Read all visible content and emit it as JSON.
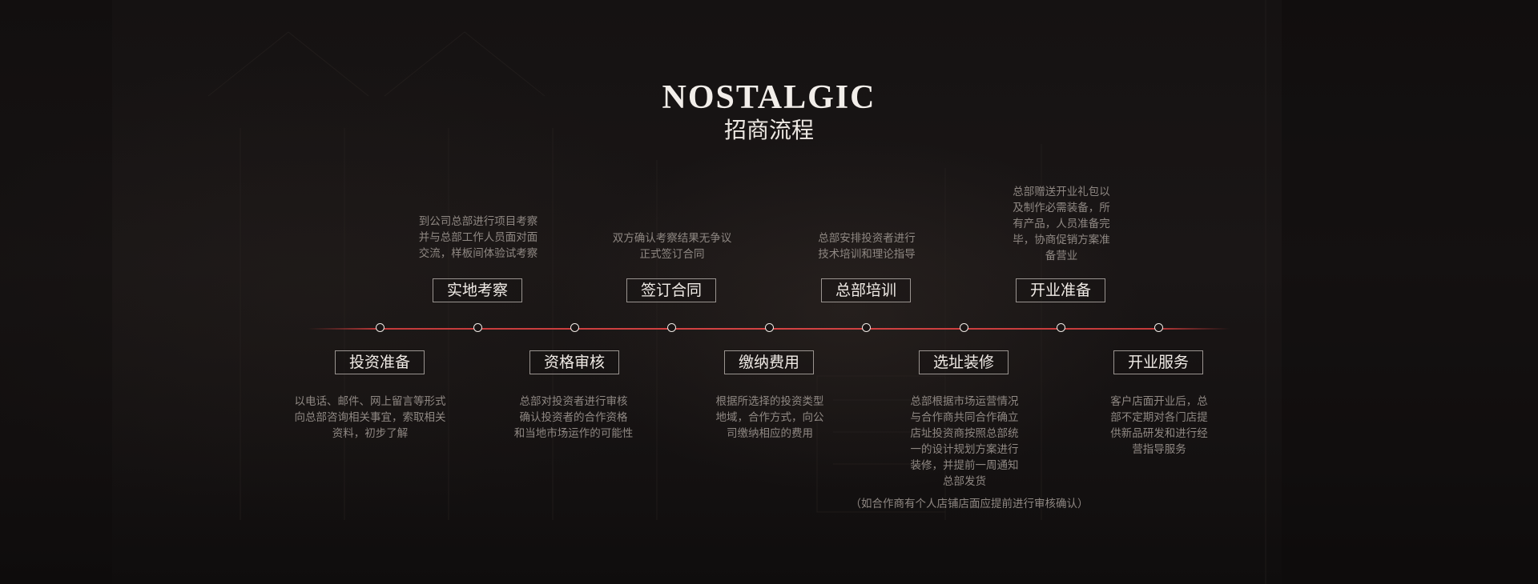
{
  "brand": "NOSTALGIC",
  "title": "招商流程",
  "steps_top": [
    {
      "label": "实地考察",
      "desc": "到公司总部进行项目考察\n并与总部工作人员面对面\n交流，样板间体验试考察"
    },
    {
      "label": "签订合同",
      "desc": "双方确认考察结果无争议\n正式签订合同"
    },
    {
      "label": "总部培训",
      "desc": "总部安排投资者进行\n技术培训和理论指导"
    },
    {
      "label": "开业准备",
      "desc": "总部赠送开业礼包以\n及制作必需装备，所\n有产品，人员准备完\n毕，协商促销方案准\n备营业"
    }
  ],
  "steps_bottom": [
    {
      "label": "投资准备",
      "desc": "以电话、邮件、网上留言等形式\n向总部咨询相关事宜，索取相关\n资料，初步了解"
    },
    {
      "label": "资格审核",
      "desc": "总部对投资者进行审核\n确认投资者的合作资格\n和当地市场运作的可能性"
    },
    {
      "label": "缴纳费用",
      "desc": "根据所选择的投资类型\n地域，合作方式，向公\n司缴纳相应的费用"
    },
    {
      "label": "选址装修",
      "desc": "总部根据市场运营情况\n与合作商共同合作确立\n店址投资商按照总部统\n一的设计规划方案进行\n装修，并提前一周通知\n总部发货"
    },
    {
      "label": "开业服务",
      "desc": "客户店面开业后，总\n部不定期对各门店提\n供新品研发和进行经\n营指导服务"
    }
  ],
  "note": "（如合作商有个人店铺店面应提前进行审核确认）",
  "colors": {
    "background": "#151212",
    "timeline": "#d44343",
    "text_primary": "#f0ebe6",
    "text_secondary": "#8f8883"
  }
}
